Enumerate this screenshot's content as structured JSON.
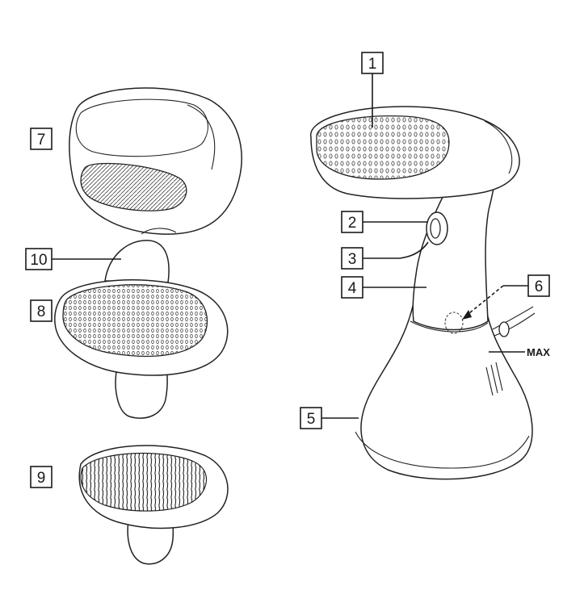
{
  "callouts": {
    "c1": "1",
    "c2": "2",
    "c3": "3",
    "c4": "4",
    "c5": "5",
    "c6": "6",
    "c7": "7",
    "c8": "8",
    "c9": "9",
    "c10": "10"
  },
  "max_label": "MAX",
  "colors": {
    "line": "#1a1a1a",
    "background": "#ffffff"
  }
}
